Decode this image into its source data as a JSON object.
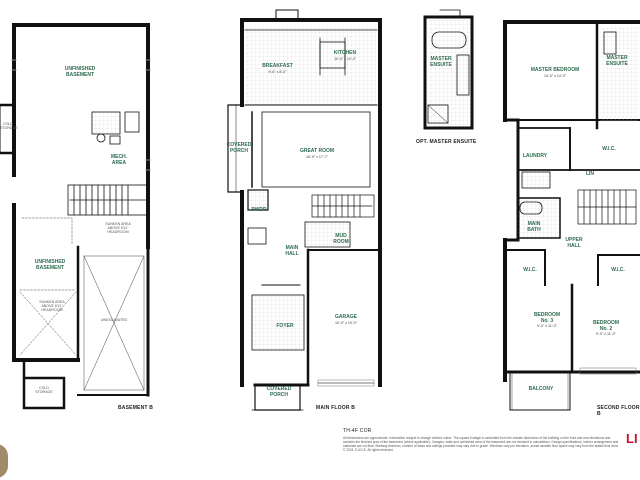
{
  "colors": {
    "wall": "#111111",
    "label": "#2e6b4f",
    "tile": "#d9d9d9",
    "brand": "#c8102e"
  },
  "basement": {
    "title": "BASEMENT B",
    "rooms": {
      "unfinished_top": "UNFINISHED\nBASEMENT",
      "mech": "MECH.\nAREA",
      "unfinished_bottom": "UNFINISHED\nBASEMENT",
      "cold_storage_left": "COLD\nSTORAGE",
      "cold_storage_bottom": "COLD\nSTORAGE",
      "unexcavated": "UNEXCAVATED",
      "sunken_top": "SUNKEN AREA\nABOVE 6'11\"\nHEADROOM",
      "sunken_bottom": "SUNKEN AREA\nABOVE 6'11\"\nHEADROOM"
    }
  },
  "main": {
    "title": "MAIN FLOOR B",
    "rooms": {
      "kitchen": "KITCHEN",
      "kitchen_dim": "10'-0\" x 10'-0\"",
      "breakfast": "BREAKFAST",
      "breakfast_dim": "9'-6\" x 8'-0\"",
      "great_room": "GREAT ROOM",
      "great_room_dim": "16'-0\" x 17'-7\"",
      "covered_porch_side": "COVERED\nPORCH",
      "pwdr": "PWDR",
      "mud_room": "MUD\nROOM",
      "main_hall": "MAIN\nHALL",
      "garage": "GARAGE",
      "garage_dim": "10'-0\" x 19'-0\"",
      "foyer": "FOYER",
      "covered_porch_front": "COVERED\nPORCH"
    }
  },
  "ensuite": {
    "title": "OPT. MASTER ENSUITE",
    "rooms": {
      "master_ensuite": "MASTER\nENSUITE"
    }
  },
  "second": {
    "title": "SECOND FLOOR B",
    "rooms": {
      "master_bedroom": "MASTER BEDROOM",
      "master_bedroom_dim": "14'-0\" x 14'-0\"",
      "master_ensuite": "MASTER\nENSUITE",
      "wic_master": "W.I.C.",
      "laundry": "LAUNDRY",
      "lin": "LIN",
      "main_bath": "MAIN\nBATH",
      "upper_hall": "UPPER\nHALL",
      "wic_left": "W.I.C.",
      "wic_right": "W.I.C.",
      "bedroom3": "BEDROOM\nNo. 3",
      "bedroom3_dim": "9'-0\" x 11'-0\"",
      "bedroom2": "BEDROOM\nNo. 2",
      "bedroom2_dim": "9'-0\" x 11'-0\"",
      "balcony": "BALCONY"
    }
  },
  "model": "TH-4F COR",
  "disclaimer": "All dimensions are approximate. Information subject to change without notice. The square footage is calculated from the outside dimension of the building on the front and rear elevations and\nincludes the finished area of the basement (where applicable). Garages, walls and unfinished area of the basement are not included in calculations. Design specifications, interior arrangement and\nmaterials are not final. Stairway direction, number of steps and railings provided may vary due to grade. Windows vary per elevation, actual useable floor space may vary from the stated floor area.\n© 2024. E.&O.E. All rights reserved.",
  "brand": "LI"
}
